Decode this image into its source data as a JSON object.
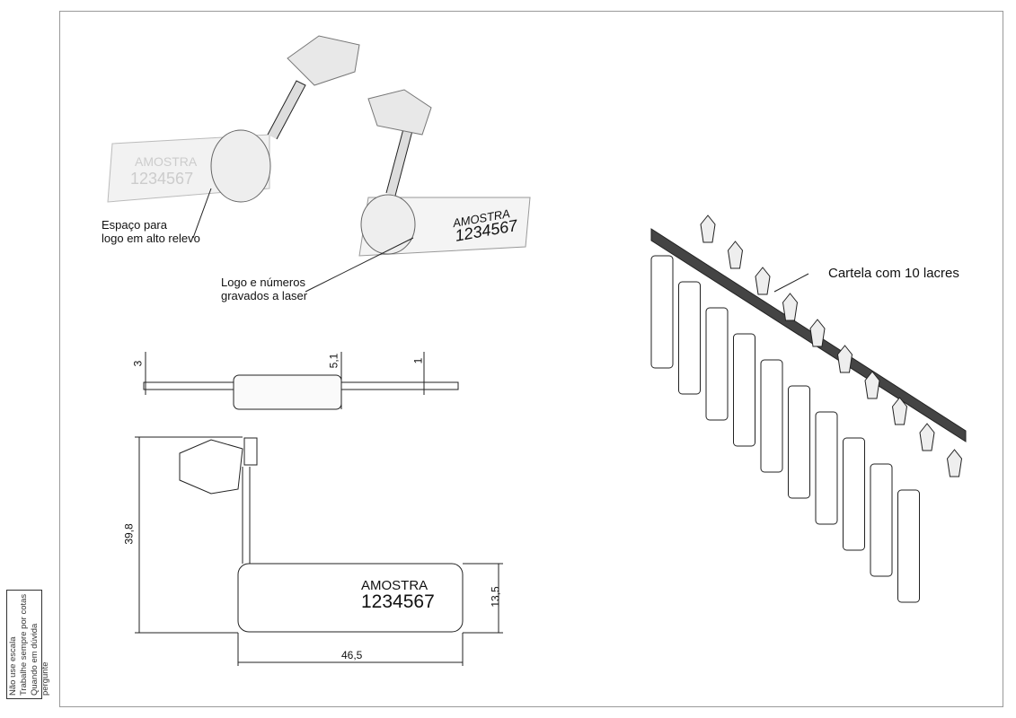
{
  "notes": [
    "Não use escala",
    "Trabalhe sempre por cotas",
    "Quando em dúvida pergunte"
  ],
  "callouts": {
    "logo_space": [
      "Espaço para",
      "logo em alto relevo"
    ],
    "laser": [
      "Logo e números",
      "gravados a laser"
    ],
    "card": "Cartela com 10 lacres"
  },
  "tag_text": {
    "line1": "AMOSTRA",
    "line2": "1234567"
  },
  "dimensions": {
    "thickness": "3",
    "height_51": "5,1",
    "tail": "1",
    "total_height": "39,8",
    "tag_height": "13,5",
    "tag_width": "46,5"
  }
}
